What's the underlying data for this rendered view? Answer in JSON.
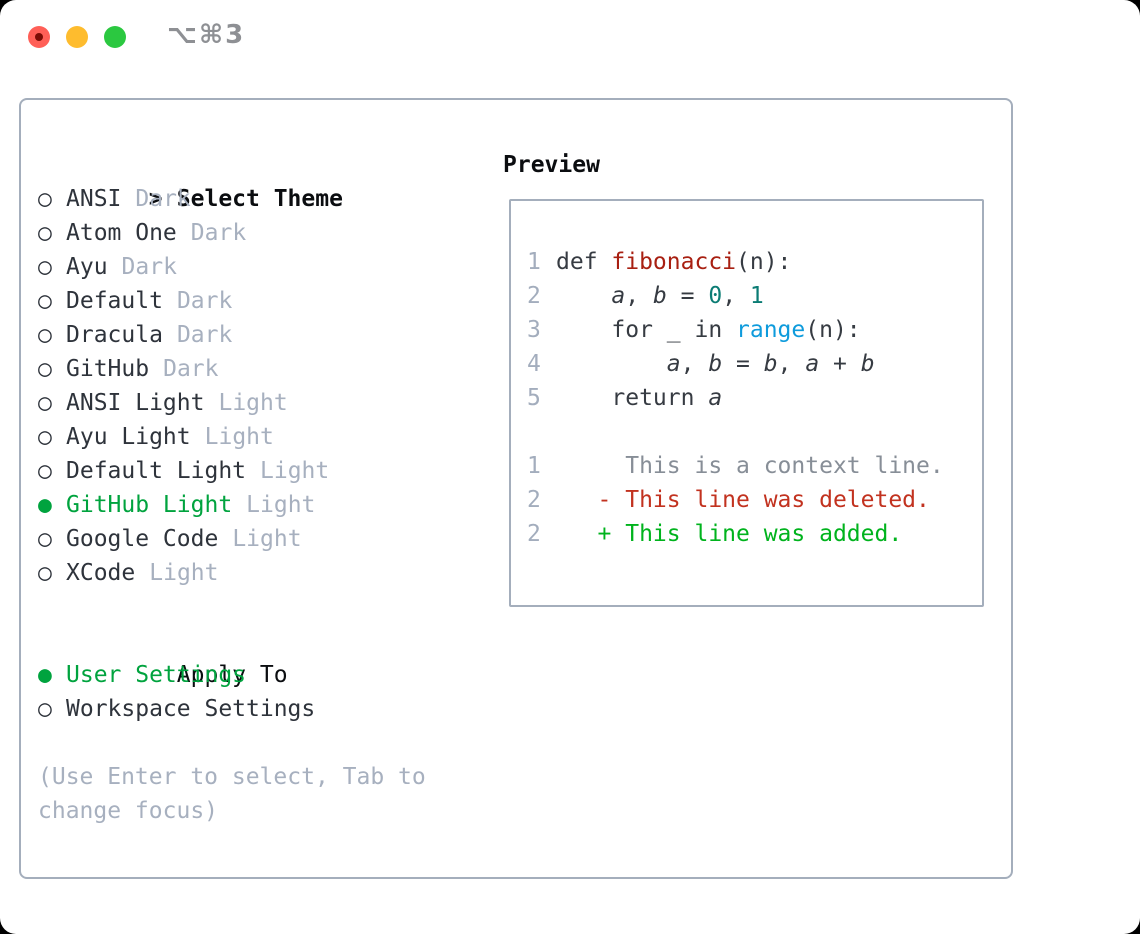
{
  "window": {
    "title_shortcut": "⌥⌘3"
  },
  "traffic_lights": [
    {
      "name": "close-button",
      "color": "#ff5f57",
      "dot": "#7b0d06"
    },
    {
      "name": "minimize-button",
      "color": "#febc2e",
      "dot": ""
    },
    {
      "name": "zoom-button",
      "color": "#2bc840",
      "dot": ""
    }
  ],
  "glyphs": {
    "radio_selected": "●",
    "radio_unselected": "○"
  },
  "theme_panel": {
    "prompt": ">",
    "title": "Select Theme",
    "themes": [
      {
        "name": "ANSI",
        "variant": "Dark",
        "selected": false
      },
      {
        "name": "Atom One",
        "variant": "Dark",
        "selected": false
      },
      {
        "name": "Ayu",
        "variant": "Dark",
        "selected": false
      },
      {
        "name": "Default",
        "variant": "Dark",
        "selected": false
      },
      {
        "name": "Dracula",
        "variant": "Dark",
        "selected": false
      },
      {
        "name": "GitHub",
        "variant": "Dark",
        "selected": false
      },
      {
        "name": "ANSI Light",
        "variant": "Light",
        "selected": false
      },
      {
        "name": "Ayu Light",
        "variant": "Light",
        "selected": false
      },
      {
        "name": "Default Light",
        "variant": "Light",
        "selected": false
      },
      {
        "name": "GitHub Light",
        "variant": "Light",
        "selected": true
      },
      {
        "name": "Google Code",
        "variant": "Light",
        "selected": false
      },
      {
        "name": "XCode",
        "variant": "Light",
        "selected": false
      }
    ],
    "apply_to": {
      "title": "Apply To",
      "options": [
        {
          "label": "User Settings",
          "selected": true
        },
        {
          "label": "Workspace Settings",
          "selected": false
        }
      ]
    },
    "hint_lines": [
      "(Use Enter to select, Tab to",
      "change focus)"
    ]
  },
  "preview": {
    "title": "Preview",
    "lines": [
      {
        "num": "1",
        "tokens": [
          [
            "def ",
            "plain"
          ],
          [
            "fibonacci",
            "func"
          ],
          [
            "(n):",
            "plain"
          ]
        ]
      },
      {
        "num": "2",
        "tokens": [
          [
            "    ",
            "plain"
          ],
          [
            "a",
            "var"
          ],
          [
            ", ",
            "plain"
          ],
          [
            "b",
            "var"
          ],
          [
            " = ",
            "plain"
          ],
          [
            "0",
            "num"
          ],
          [
            ", ",
            "plain"
          ],
          [
            "1",
            "num"
          ]
        ]
      },
      {
        "num": "3",
        "tokens": [
          [
            "    for _ in ",
            "plain"
          ],
          [
            "range",
            "builtin"
          ],
          [
            "(n):",
            "plain"
          ]
        ]
      },
      {
        "num": "4",
        "tokens": [
          [
            "        ",
            "plain"
          ],
          [
            "a",
            "var"
          ],
          [
            ", ",
            "plain"
          ],
          [
            "b",
            "var"
          ],
          [
            " = ",
            "plain"
          ],
          [
            "b",
            "var"
          ],
          [
            ", ",
            "plain"
          ],
          [
            "a",
            "var"
          ],
          [
            " + ",
            "plain"
          ],
          [
            "b",
            "var"
          ]
        ]
      },
      {
        "num": "5",
        "tokens": [
          [
            "    return ",
            "plain"
          ],
          [
            "a",
            "var"
          ]
        ]
      },
      {
        "num": "",
        "tokens": []
      },
      {
        "num": "1",
        "tokens": [
          [
            "     This is a context line.",
            "context"
          ]
        ]
      },
      {
        "num": "2",
        "tokens": [
          [
            "   - This line was deleted.",
            "removed"
          ]
        ]
      },
      {
        "num": "2",
        "tokens": [
          [
            "   + This line was added.",
            "added"
          ]
        ]
      }
    ]
  },
  "colors": {
    "border": "#a4aebc",
    "ink": "#0b0d10",
    "item": "#2e333b",
    "muted": "#a7b0bf",
    "green": "#00a33e",
    "lnum": "#a3adbd",
    "plain": "#363b42",
    "func": "#a81f11",
    "builtin": "#0e9bdc",
    "numlit": "#0b7c74",
    "context": "#878e97",
    "removed": "#c2321f",
    "added": "#00b31d",
    "titlegray": "#8e9094"
  }
}
